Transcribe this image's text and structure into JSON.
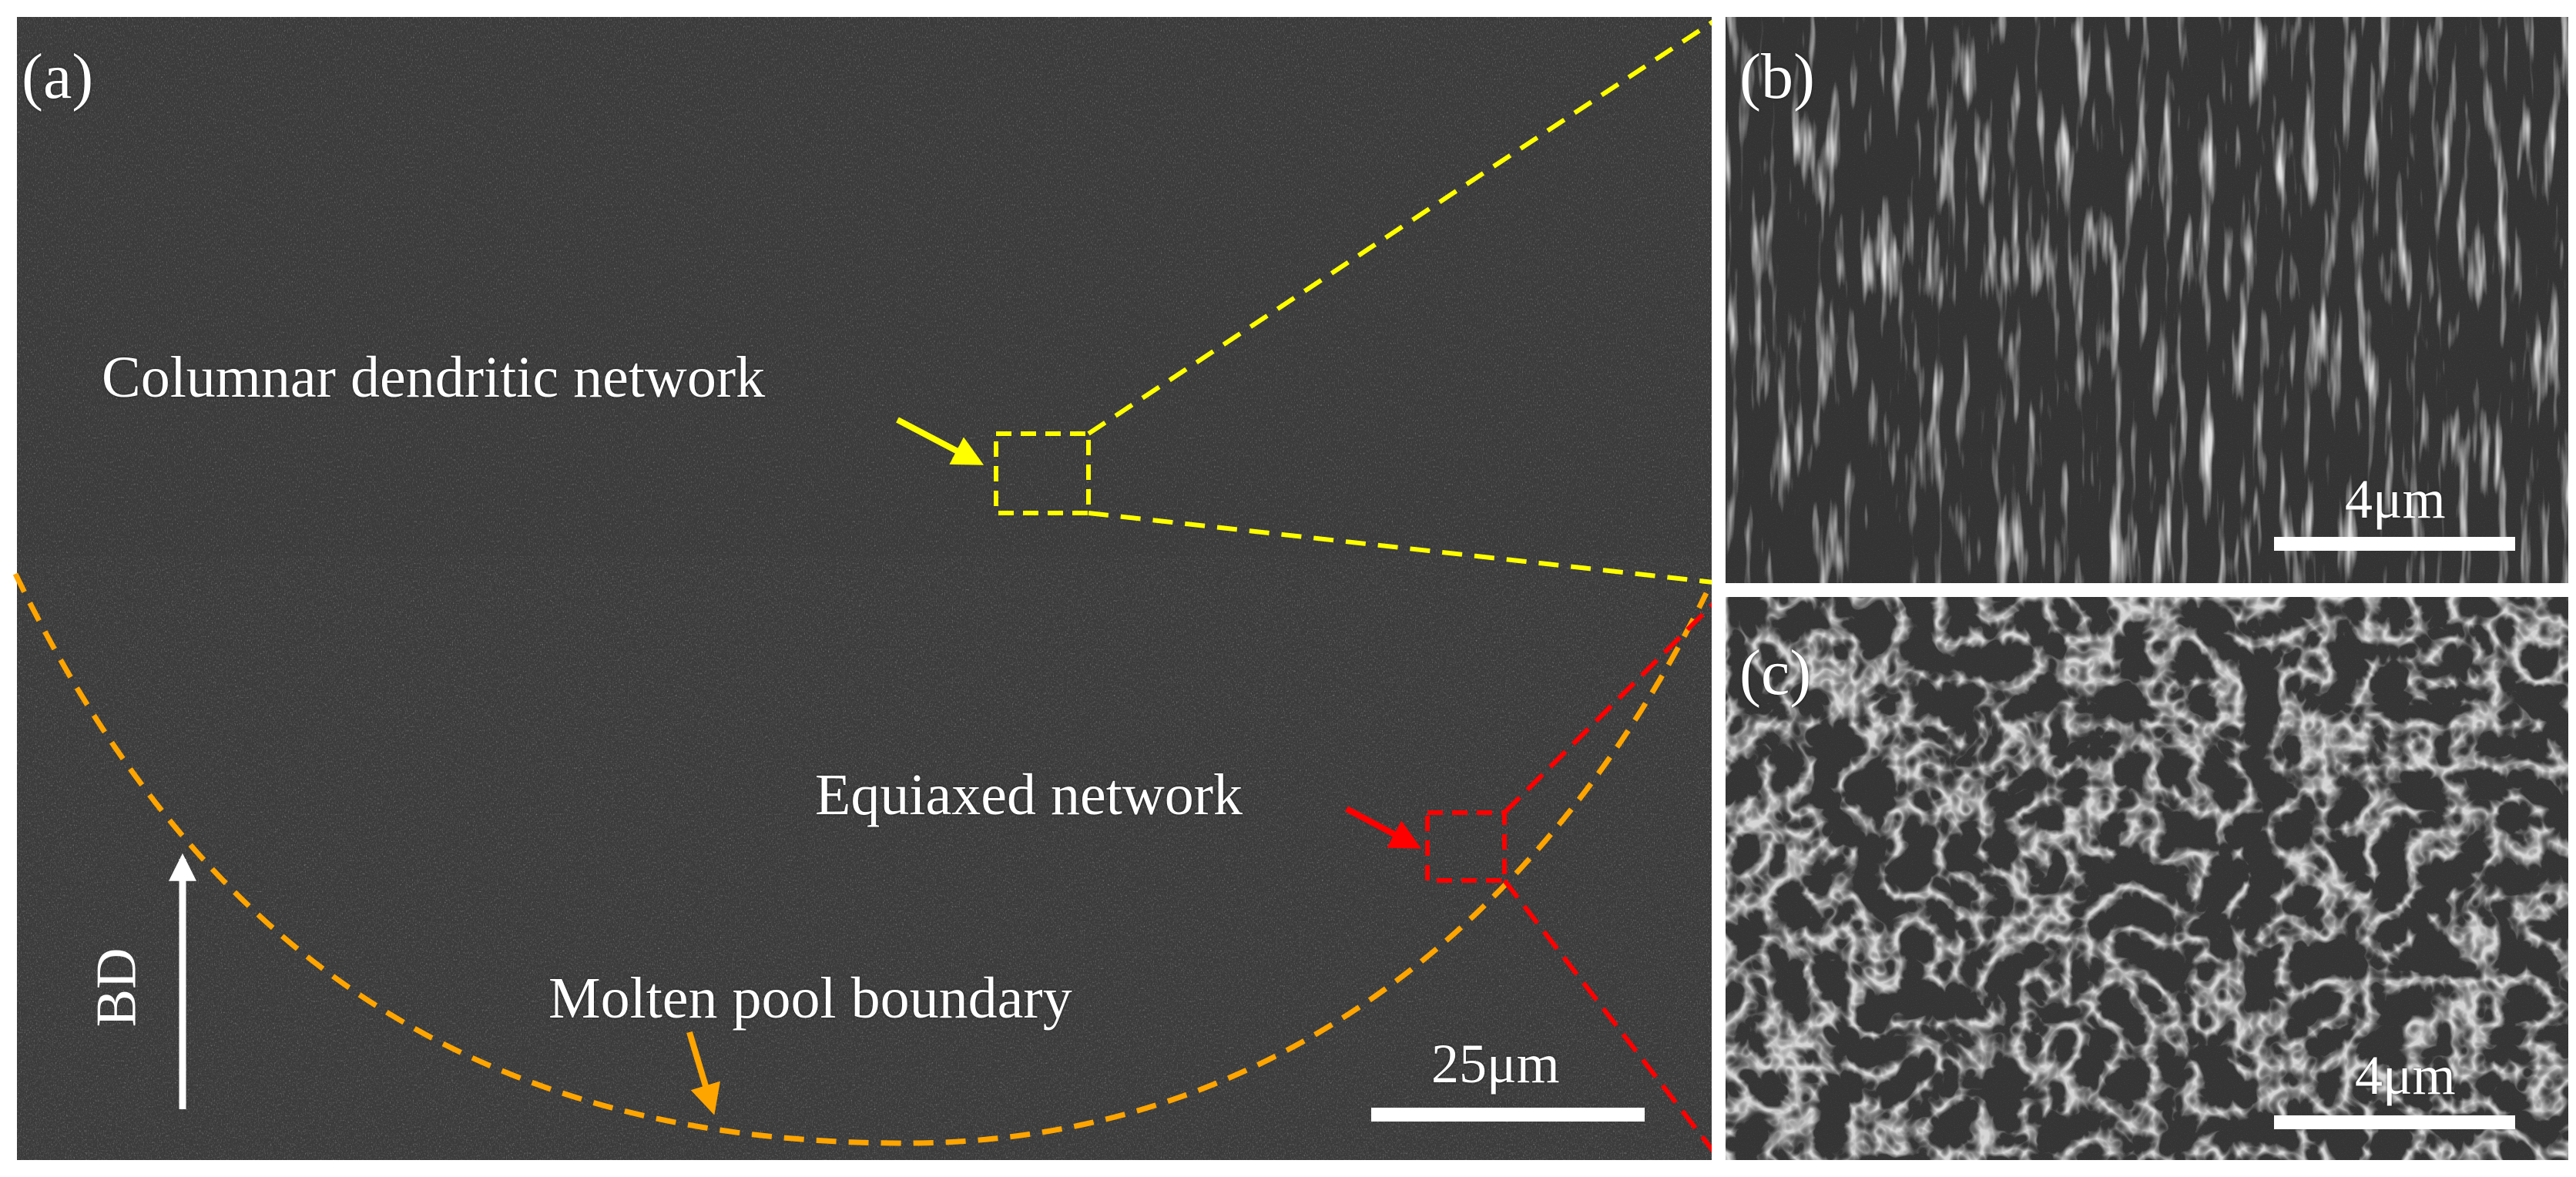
{
  "panels": {
    "a": {
      "letter": "(a)"
    },
    "b": {
      "letter": "(b)",
      "scale_label": "4μm"
    },
    "c": {
      "letter": "(c)",
      "scale_label": "4μm"
    }
  },
  "annotations": {
    "columnar": "Columnar dendritic network",
    "equiaxed": "Equiaxed network",
    "boundary": "Molten pool boundary",
    "build_direction": "BD",
    "scale_a": "25μm"
  },
  "colors": {
    "background": "#3a3a3a",
    "columnar_box": "#ffff00",
    "equiaxed_box": "#ff0000",
    "boundary_line": "#ffa500",
    "text": "#ffffff"
  }
}
